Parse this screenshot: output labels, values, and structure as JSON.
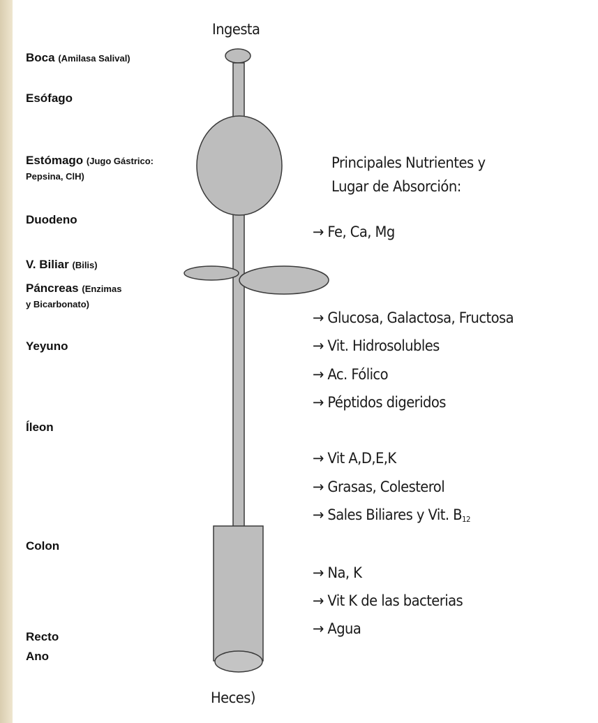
{
  "diagram": {
    "top_label": "Ingesta",
    "bottom_label": "Heces)",
    "organs": [
      {
        "name": "Boca",
        "note": "(Amilasa Salival)"
      },
      {
        "name": "Esófago",
        "note": ""
      },
      {
        "name": "Estómago",
        "note": "(Jugo Gástrico:",
        "line2": "Pepsina, ClH)"
      },
      {
        "name": "Duodeno",
        "note": ""
      },
      {
        "name": "V. Biliar",
        "note": "(Bilis)"
      },
      {
        "name": "Páncreas",
        "note": "(Enzimas",
        "line2": "y Bicarbonato)"
      },
      {
        "name": "Yeyuno",
        "note": ""
      },
      {
        "name": "Íleon",
        "note": ""
      },
      {
        "name": "Colon",
        "note": ""
      },
      {
        "name": "Recto",
        "note": ""
      },
      {
        "name": "Ano",
        "note": ""
      }
    ],
    "absorption_title": [
      "Principales Nutrientes y",
      "Lugar de Absorción:"
    ],
    "arrow_symbol": "→",
    "nutrients": {
      "duodeno": [
        "Fe, Ca, Mg"
      ],
      "yeyuno": [
        "Glucosa, Galactosa, Fructosa",
        "Vit. Hidrosolubles",
        "Ac. Fólico",
        "Péptidos digeridos"
      ],
      "ileon": [
        "Vit A,D,E,K",
        "Grasas, Colesterol",
        "Sales Biliares y Vit. B"
      ],
      "ileon_b12_subscript": "12",
      "colon": [
        "Na, K",
        "Vit K de las bacterias",
        "Agua"
      ]
    },
    "colors": {
      "organ_fill": "#bdbdbd",
      "organ_stroke": "#3a3a3a",
      "text": "#1a1a1a"
    }
  }
}
